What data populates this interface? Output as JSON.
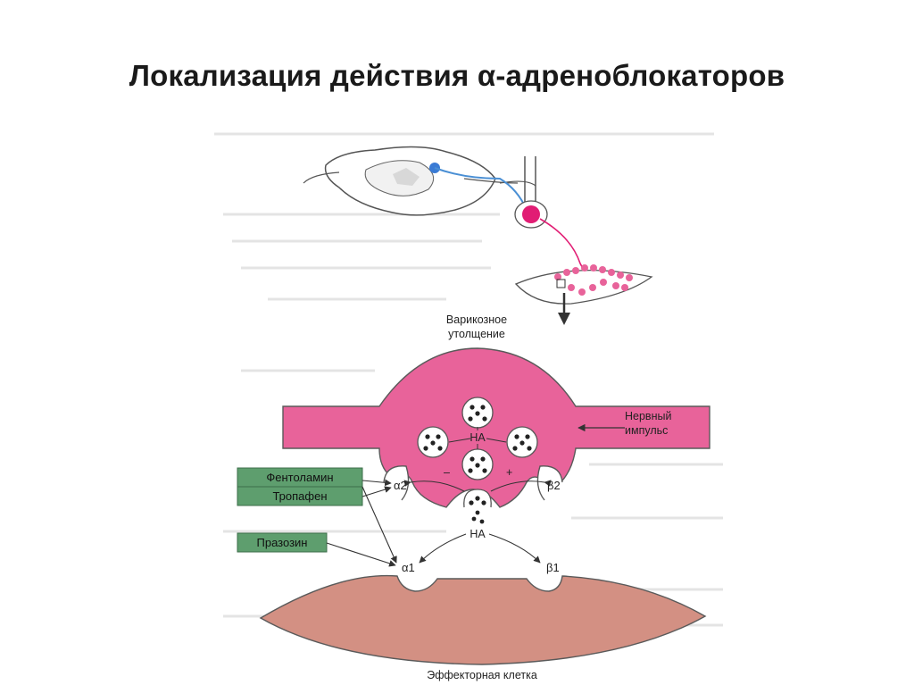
{
  "title": "Локализация действия α-адреноблокаторов",
  "labels": {
    "varicosity_line1": "Варикозное",
    "varicosity_line2": "утолщение",
    "impulse_line1": "Нервный",
    "impulse_line2": "импульс",
    "na_top": "НА",
    "na_bottom": "НА",
    "minus": "–",
    "plus": "+",
    "effector_cell": "Эффекторная клетка"
  },
  "receptors": {
    "alpha2": "α2",
    "beta2": "β2",
    "alpha1": "α1",
    "beta1": "β1"
  },
  "drugs": [
    {
      "name": "Фентоламин"
    },
    {
      "name": "Тропафен"
    },
    {
      "name": "Празозин"
    }
  ],
  "colors": {
    "neuron": "#e8639a",
    "neuron_dark": "#d62e74",
    "cell": "#d39083",
    "drug_box": "#5e9e6e",
    "sympathetic_fiber": "#4a8fd4"
  }
}
